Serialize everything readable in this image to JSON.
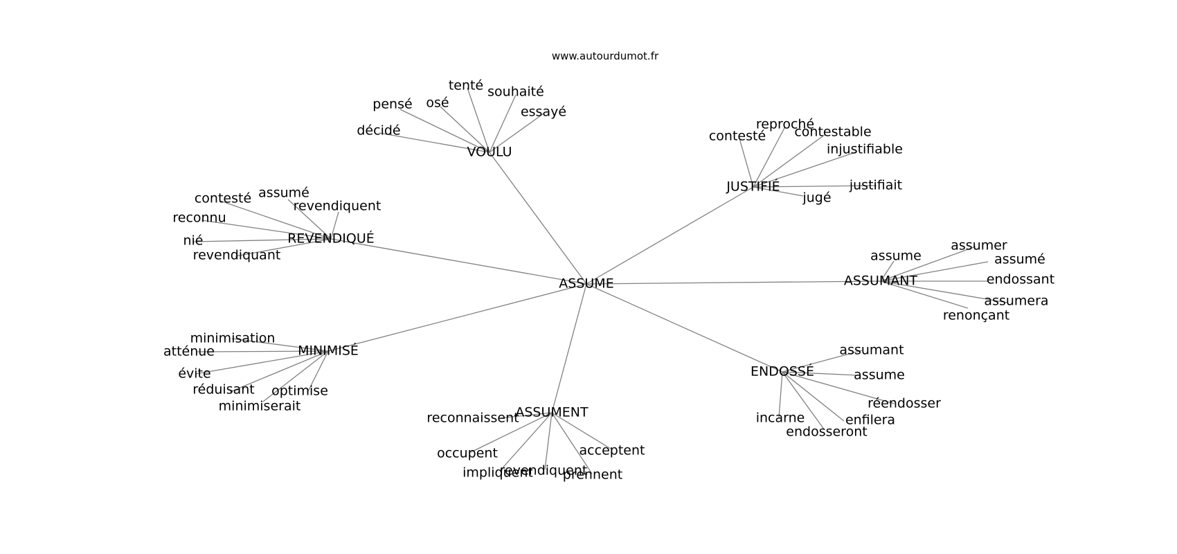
{
  "site_url": "www.autourdumot.fr",
  "graph": {
    "center": "ASSUME",
    "hubs": [
      {
        "id": "voulu",
        "label": "VOULU",
        "leaves": [
          "tenté",
          "souhaité",
          "pensé",
          "osé",
          "essayé",
          "décidé"
        ]
      },
      {
        "id": "revendique",
        "label": "REVENDIQUÉ",
        "leaves": [
          "assumé",
          "contesté",
          "revendiquent",
          "reconnu",
          "nié",
          "revendiquant"
        ]
      },
      {
        "id": "justifie",
        "label": "JUSTIFIÉ",
        "leaves": [
          "reproché",
          "contesté",
          "contestable",
          "injustifiable",
          "justifiait",
          "jugé"
        ]
      },
      {
        "id": "assumant",
        "label": "ASSUMANT",
        "leaves": [
          "assume",
          "assumer",
          "assumé",
          "endossant",
          "assumera",
          "renonçant"
        ]
      },
      {
        "id": "minimise",
        "label": "MINIMISÉ",
        "leaves": [
          "minimisation",
          "atténue",
          "évite",
          "réduisant",
          "optimise",
          "minimiserait"
        ]
      },
      {
        "id": "endosse",
        "label": "ENDOSSÉ",
        "leaves": [
          "assumant",
          "assume",
          "réendosser",
          "incarne",
          "enfilera",
          "endosseront"
        ]
      },
      {
        "id": "assument",
        "label": "ASSUMENT",
        "leaves": [
          "reconnaissent",
          "occupent",
          "acceptent",
          "impliquent",
          "revendiquent",
          "prennent"
        ]
      }
    ]
  }
}
